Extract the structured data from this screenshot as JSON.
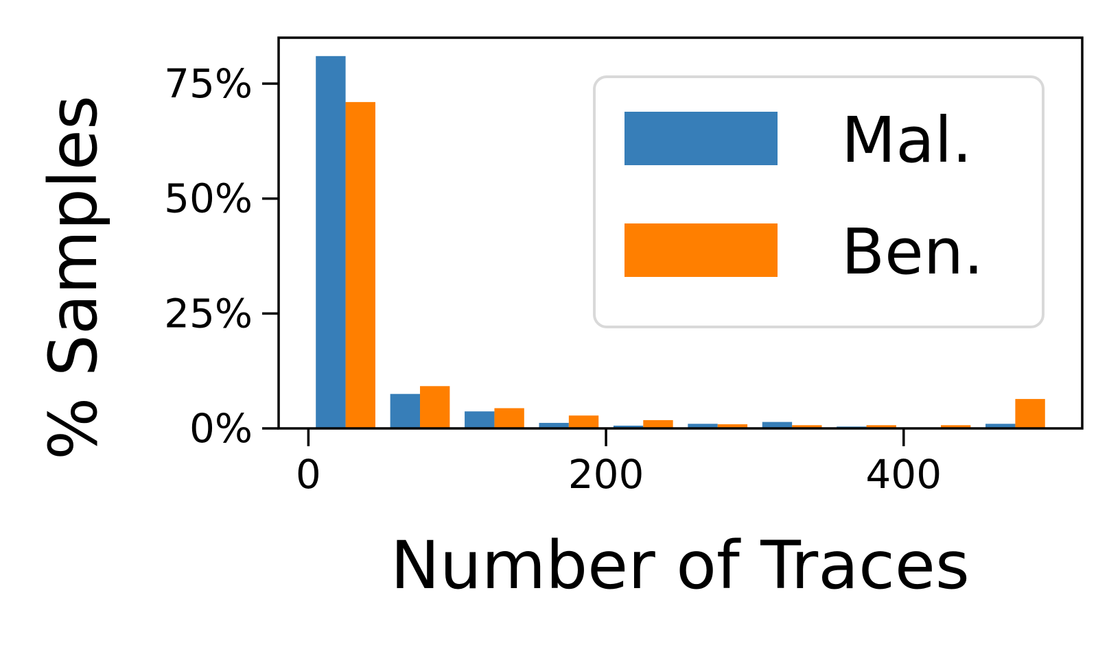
{
  "chart_data": {
    "type": "bar",
    "title": "",
    "xlabel": "Number of Traces",
    "ylabel": "% Samples",
    "x": [
      25,
      75,
      125,
      175,
      225,
      275,
      325,
      375,
      425,
      475
    ],
    "series": [
      {
        "name": "Mal.",
        "color": "#377eb8",
        "values": [
          81,
          7.5,
          3.7,
          1.2,
          0.6,
          1.0,
          1.4,
          0.4,
          0.1,
          1.0
        ]
      },
      {
        "name": "Ben.",
        "color": "#ff7f00",
        "values": [
          71,
          9.2,
          4.4,
          2.8,
          1.8,
          0.9,
          0.7,
          0.7,
          0.7,
          6.4
        ]
      }
    ],
    "xlim": [
      -20,
      520
    ],
    "ylim": [
      0,
      85
    ],
    "xticks": [
      0,
      200,
      400
    ],
    "xtick_labels": [
      "0",
      "200",
      "400"
    ],
    "yticks": [
      0,
      25,
      50,
      75
    ],
    "ytick_labels": [
      "0%",
      "25%",
      "50%",
      "75%"
    ],
    "bin_width": 50,
    "grid": false,
    "legend_position": "upper-right"
  }
}
